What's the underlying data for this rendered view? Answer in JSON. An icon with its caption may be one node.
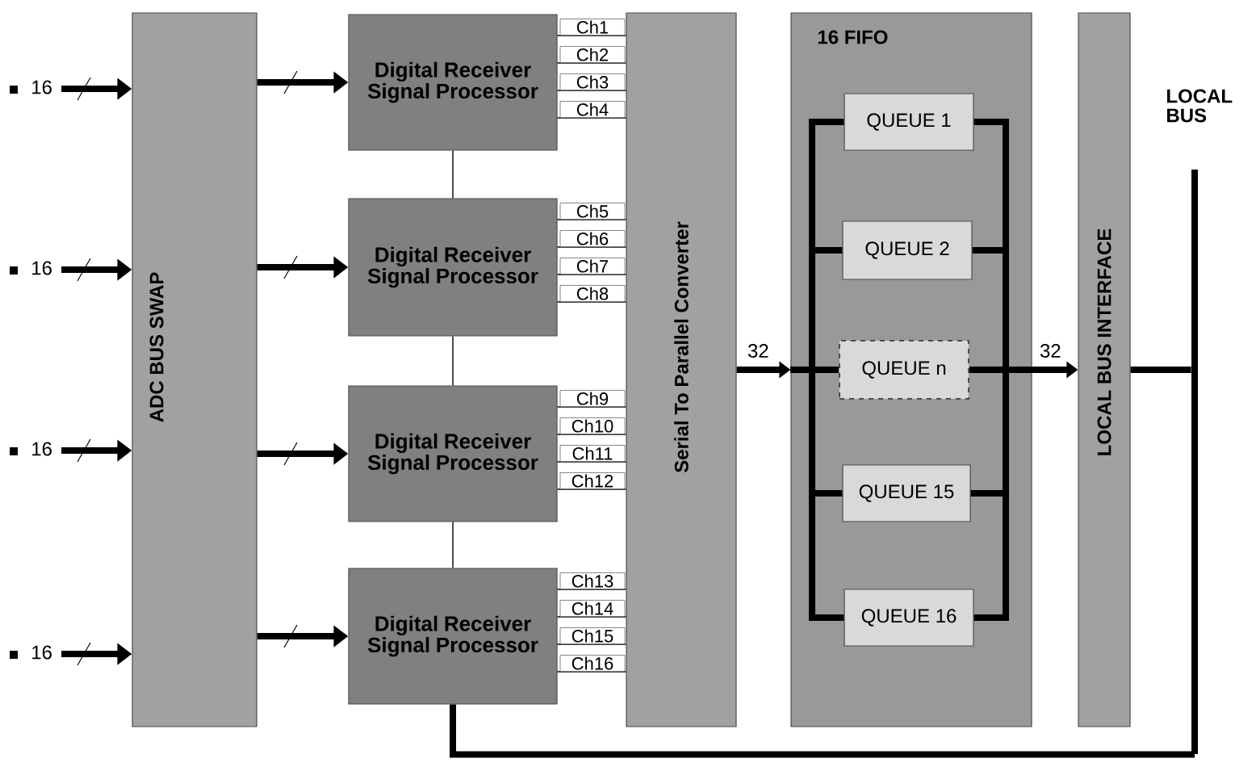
{
  "diagram": {
    "nodes": [
      {
        "text": [
          "ADC BUS SWAP"
        ]
      },
      {
        "text": [
          "Digital Receiver Signal Processor"
        ]
      },
      {
        "text": [
          "Digital Receiver Signal Processor"
        ]
      },
      {
        "text": [
          "Digital Receiver Signal Processor"
        ]
      },
      {
        "text": [
          "Digital Receiver Signal Processor"
        ]
      },
      {
        "text": [
          "Serial To Parallel Converter"
        ]
      },
      {
        "text": [
          "16 FIFO"
        ]
      },
      {
        "text": [
          "QUEUE 1"
        ],
        "in": 6
      },
      {
        "text": [
          "QUEUE 2"
        ],
        "in": 6
      },
      {
        "text": [
          "QUEUE n"
        ],
        "in": 6
      },
      {
        "text": [
          "QUEUE 15"
        ],
        "in": 6
      },
      {
        "text": [
          "QUEUE 16"
        ],
        "in": 6
      },
      {
        "text": [
          "LOCAL BUS INTERFACE"
        ]
      },
      {
        "text": [],
        "shape": "bar",
        "beside": [
          "LOCAL BUS"
        ]
      }
    ],
    "edges": [
      {
        "from": null,
        "to": 0,
        "arrow": "to",
        "label": "16"
      },
      {
        "from": null,
        "to": 0,
        "arrow": "to",
        "label": "16"
      },
      {
        "from": null,
        "to": 0,
        "arrow": "to",
        "label": "16"
      },
      {
        "from": null,
        "to": 0,
        "arrow": "to",
        "label": "16"
      },
      {
        "from": 0,
        "to": 1,
        "arrow": "to"
      },
      {
        "from": 0,
        "to": 2,
        "arrow": "to"
      },
      {
        "from": 0,
        "to": 3,
        "arrow": "to"
      },
      {
        "from": 0,
        "to": 4,
        "arrow": "to"
      },
      {
        "from": 1,
        "to": 2,
        "arrow": "none"
      },
      {
        "from": 2,
        "to": 3,
        "arrow": "none"
      },
      {
        "from": 3,
        "to": 4,
        "arrow": "none"
      },
      {
        "from": 1,
        "to": 5,
        "arrow": "none",
        "label": "Ch1"
      },
      {
        "from": 1,
        "to": 5,
        "arrow": "none",
        "label": "Ch2"
      },
      {
        "from": 1,
        "to": 5,
        "arrow": "none",
        "label": "Ch3"
      },
      {
        "from": 1,
        "to": 5,
        "arrow": "none",
        "label": "Ch4"
      },
      {
        "from": 2,
        "to": 5,
        "arrow": "none",
        "label": "Ch5"
      },
      {
        "from": 2,
        "to": 5,
        "arrow": "none",
        "label": "Ch6"
      },
      {
        "from": 2,
        "to": 5,
        "arrow": "none",
        "label": "Ch7"
      },
      {
        "from": 2,
        "to": 5,
        "arrow": "none",
        "label": "Ch8"
      },
      {
        "from": 3,
        "to": 5,
        "arrow": "none",
        "label": "Ch9"
      },
      {
        "from": 3,
        "to": 5,
        "arrow": "none",
        "label": "Ch10"
      },
      {
        "from": 3,
        "to": 5,
        "arrow": "none",
        "label": "Ch11"
      },
      {
        "from": 3,
        "to": 5,
        "arrow": "none",
        "label": "Ch12"
      },
      {
        "from": 4,
        "to": 5,
        "arrow": "none",
        "label": "Ch13"
      },
      {
        "from": 4,
        "to": 5,
        "arrow": "none",
        "label": "Ch14"
      },
      {
        "from": 4,
        "to": 5,
        "arrow": "none",
        "label": "Ch15"
      },
      {
        "from": 4,
        "to": 5,
        "arrow": "none",
        "label": "Ch16"
      },
      {
        "from": 5,
        "to": 6,
        "arrow": "to",
        "label": "32"
      },
      {
        "from": 6,
        "to": 7,
        "arrow": "none"
      },
      {
        "from": 6,
        "to": 8,
        "arrow": "none"
      },
      {
        "from": 6,
        "to": 9,
        "arrow": "none"
      },
      {
        "from": 6,
        "to": 10,
        "arrow": "none"
      },
      {
        "from": 6,
        "to": 11,
        "arrow": "none"
      },
      {
        "from": 7,
        "to": 6,
        "arrow": "none"
      },
      {
        "from": 8,
        "to": 6,
        "arrow": "none"
      },
      {
        "from": 9,
        "to": 6,
        "arrow": "none"
      },
      {
        "from": 10,
        "to": 6,
        "arrow": "none"
      },
      {
        "from": 11,
        "to": 6,
        "arrow": "none"
      },
      {
        "from": 6,
        "to": 12,
        "arrow": "to",
        "label": "32"
      },
      {
        "from": 12,
        "to": 13,
        "arrow": "none"
      },
      {
        "from": 4,
        "to": 13,
        "arrow": "none"
      }
    ]
  }
}
